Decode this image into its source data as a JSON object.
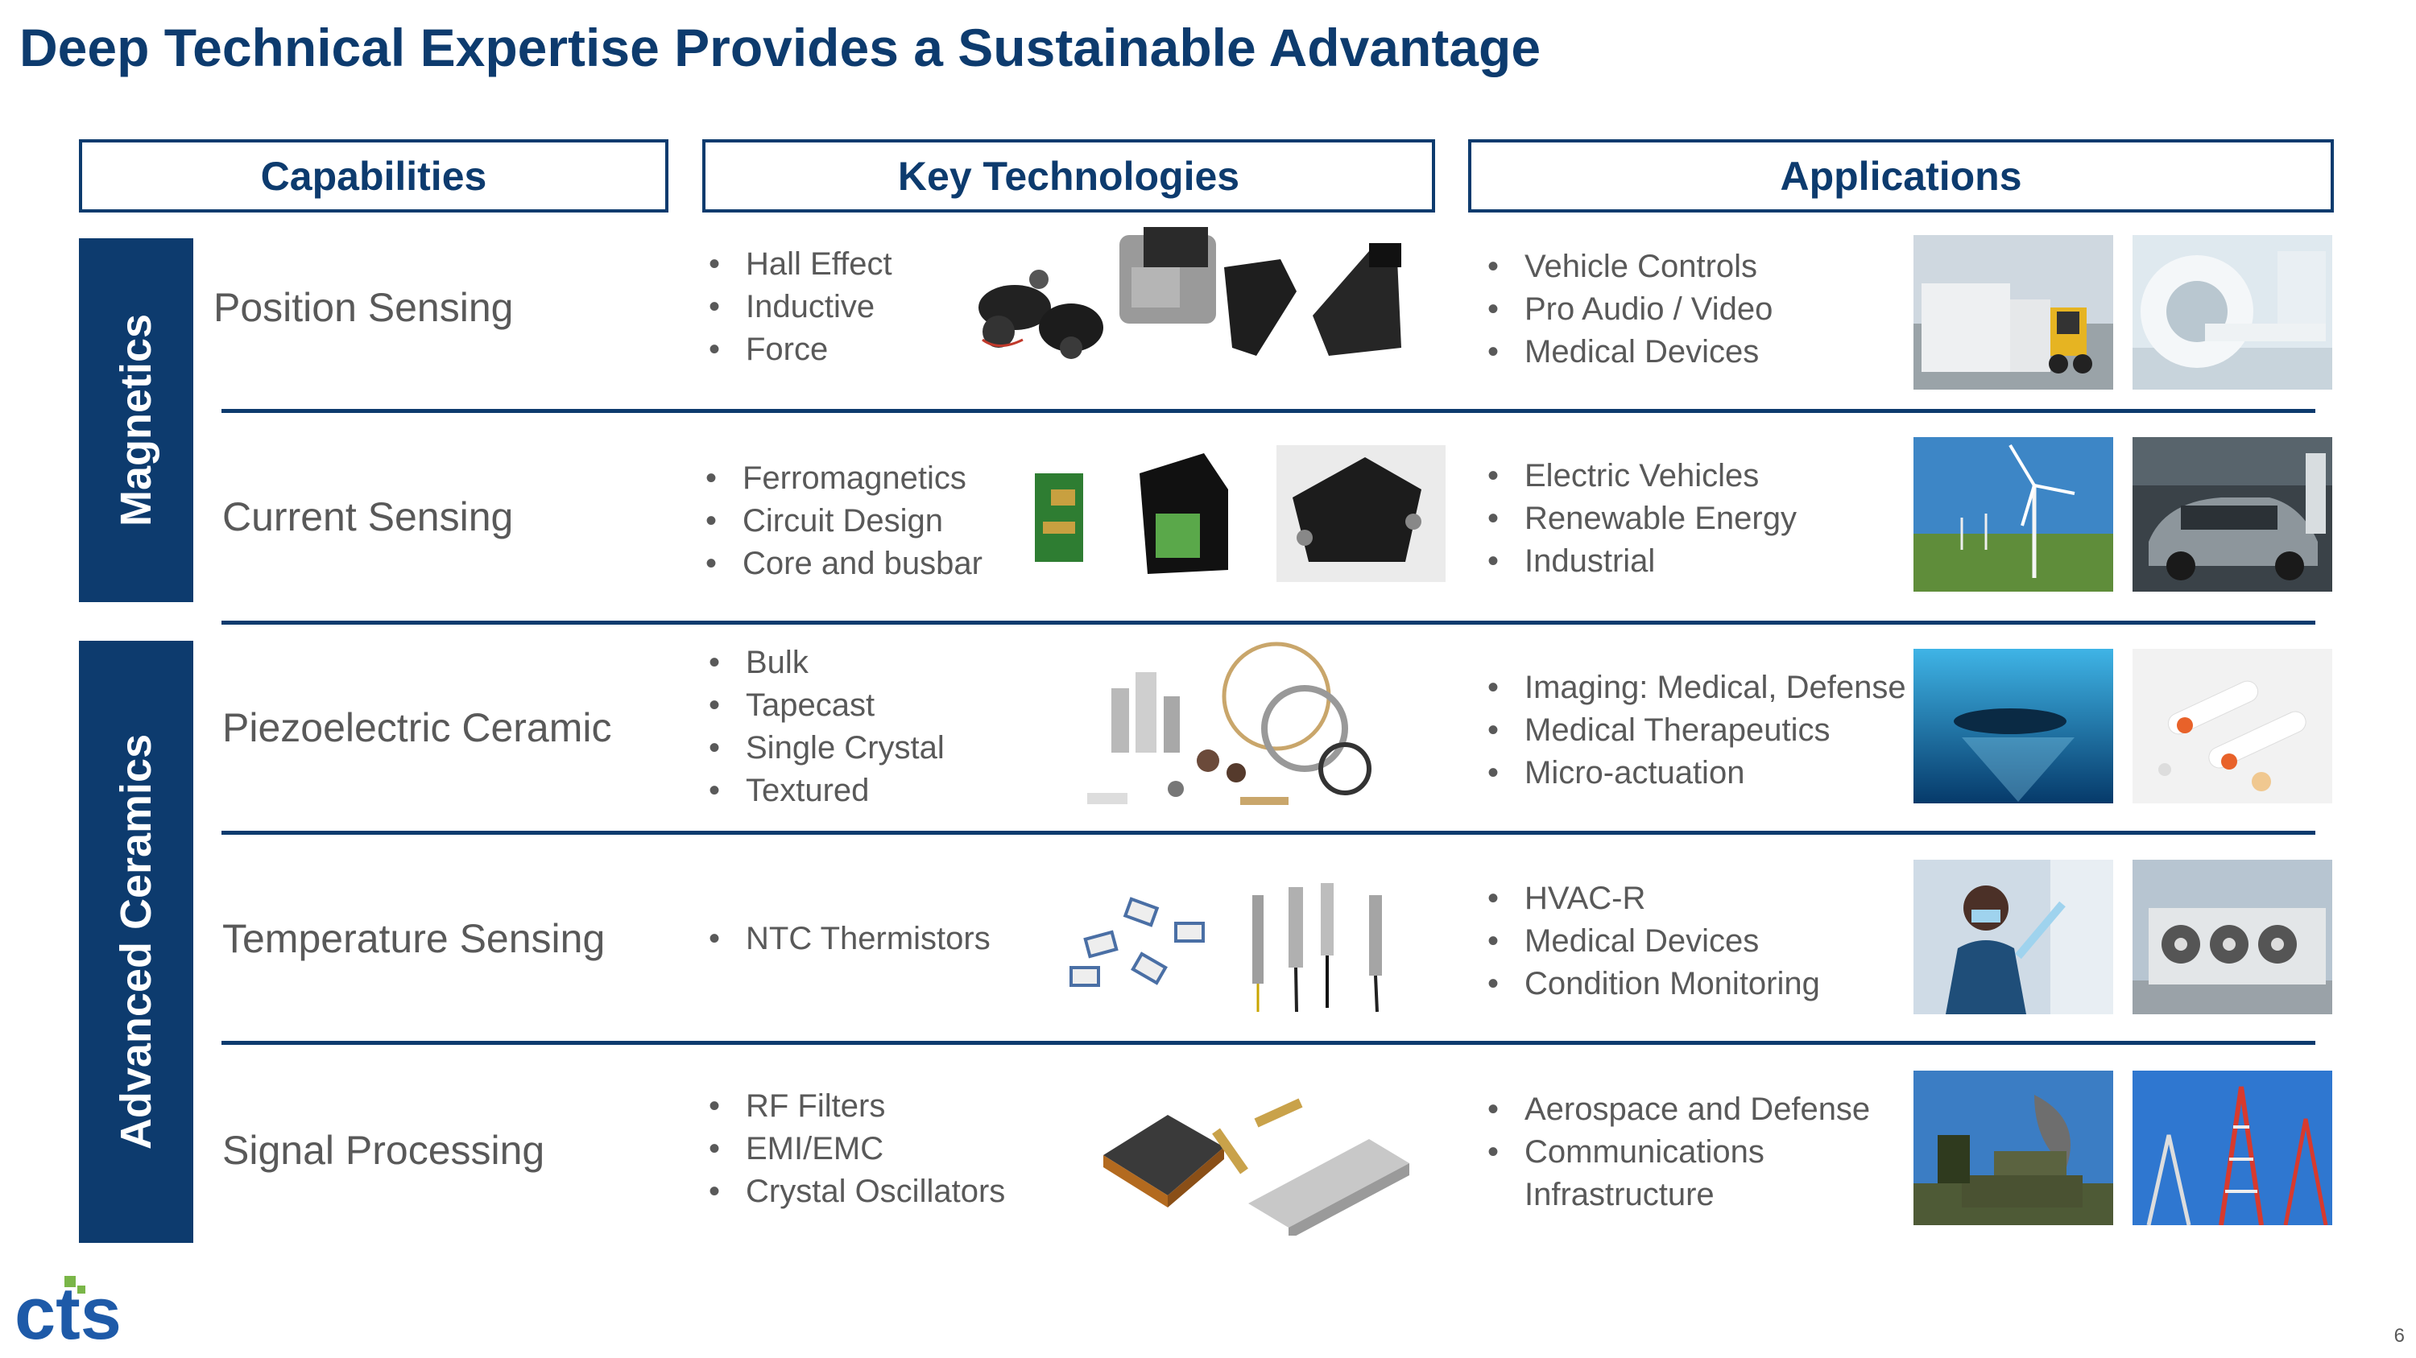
{
  "title": "Deep Technical Expertise Provides a Sustainable Advantage",
  "headers": {
    "capabilities": "Capabilities",
    "technologies": "Key Technologies",
    "applications": "Applications"
  },
  "groups": {
    "magnetics": "Magnetics",
    "ceramics": "Advanced Ceramics"
  },
  "rows": [
    {
      "capability": "Position Sensing",
      "technologies": [
        "Hall Effect",
        "Inductive",
        "Force"
      ],
      "applications": [
        "Vehicle Controls",
        "Pro Audio / Video",
        "Medical Devices"
      ]
    },
    {
      "capability": "Current Sensing",
      "technologies": [
        "Ferromagnetics",
        "Circuit Design",
        "Core and busbar"
      ],
      "applications": [
        "Electric Vehicles",
        "Renewable Energy",
        "Industrial"
      ]
    },
    {
      "capability": "Piezoelectric Ceramic",
      "technologies": [
        "Bulk",
        "Tapecast",
        "Single Crystal",
        "Textured"
      ],
      "applications": [
        "Imaging: Medical, Defense",
        "Medical Therapeutics",
        "Micro-actuation"
      ]
    },
    {
      "capability": "Temperature Sensing",
      "technologies": [
        "NTC Thermistors"
      ],
      "applications": [
        "HVAC-R",
        "Medical Devices",
        "Condition Monitoring"
      ]
    },
    {
      "capability": "Signal Processing",
      "technologies": [
        "RF Filters",
        "EMI/EMC",
        "Crystal Oscillators"
      ],
      "applications": [
        "Aerospace and Defense",
        "Communications",
        "Infrastructure"
      ]
    }
  ],
  "logo_text": "cts",
  "page_number": "6",
  "colors": {
    "navy": "#0d3b6e",
    "text": "#595959",
    "logo_green": "#7ab648",
    "logo_blue": "#1e5aa8"
  }
}
